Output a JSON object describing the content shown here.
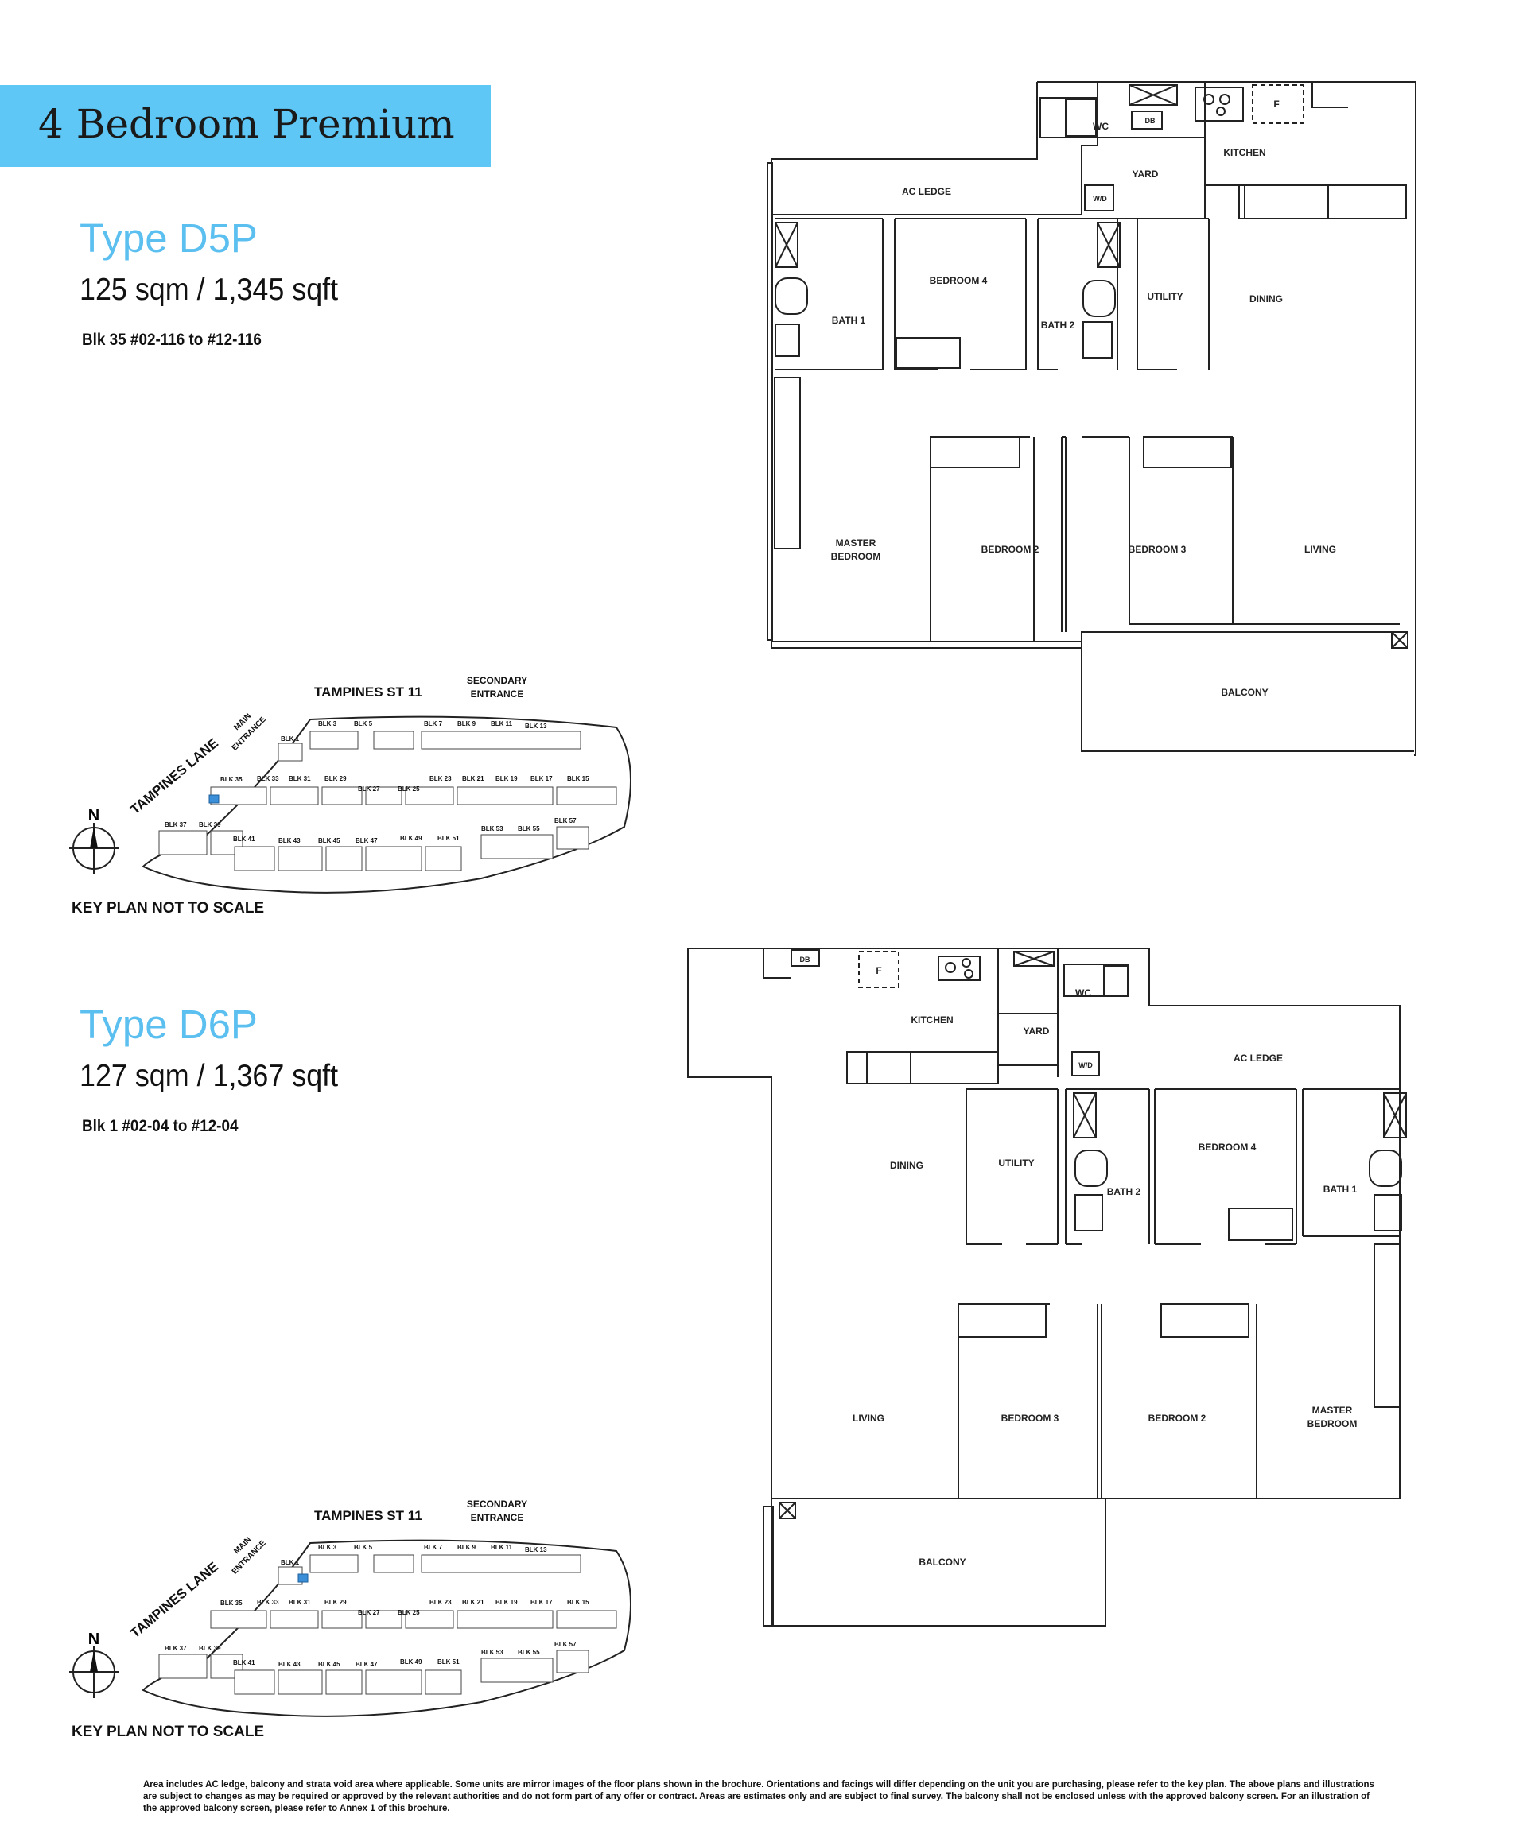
{
  "header": {
    "title": "4 Bedroom Premium"
  },
  "units": [
    {
      "type": "Type D5P",
      "area": "125 sqm / 1,345 sqft",
      "blocks": "Blk 35  #02-116 to #12-116",
      "rooms": {
        "wc": "WC",
        "db": "DB",
        "kitchen": "KITCHEN",
        "f": "F",
        "yard": "YARD",
        "wd": "W/D",
        "ac_ledge": "AC LEDGE",
        "bedroom4": "BEDROOM 4",
        "bath1": "BATH 1",
        "bath2": "BATH 2",
        "utility": "UTILITY",
        "dining": "DINING",
        "master": "MASTER",
        "master2": "BEDROOM",
        "bedroom2": "BEDROOM 2",
        "bedroom3": "BEDROOM 3",
        "living": "LIVING",
        "balcony": "BALCONY"
      }
    },
    {
      "type": "Type D6P",
      "area": "127 sqm / 1,367 sqft",
      "blocks": "Blk 1  #02-04 to #12-04",
      "rooms": {
        "wc": "WC",
        "db": "DB",
        "kitchen": "KITCHEN",
        "f": "F",
        "yard": "YARD",
        "wd": "W/D",
        "ac_ledge": "AC LEDGE",
        "bedroom4": "BEDROOM 4",
        "bath1": "BATH 1",
        "bath2": "BATH 2",
        "utility": "UTILITY",
        "dining": "DINING",
        "master": "MASTER",
        "master2": "BEDROOM",
        "bedroom2": "BEDROOM 2",
        "bedroom3": "BEDROOM 3",
        "living": "LIVING",
        "balcony": "BALCONY"
      }
    }
  ],
  "keyplan": {
    "road_top": "TAMPINES ST 11",
    "road_side": "TAMPINES LANE",
    "secondary1": "SECONDARY",
    "secondary2": "ENTRANCE",
    "main1": "MAIN",
    "main2": "ENTRANCE",
    "north": "N",
    "caption": "KEY PLAN NOT TO SCALE",
    "blocks": [
      "BLK 1",
      "BLK 3",
      "BLK 5",
      "BLK 7",
      "BLK 9",
      "BLK 11",
      "BLK 13",
      "BLK 35",
      "BLK 33",
      "BLK 31",
      "BLK 29",
      "BLK 27",
      "BLK 25",
      "BLK 23",
      "BLK 21",
      "BLK 19",
      "BLK 17",
      "BLK 15",
      "BLK 37",
      "BLK 39",
      "BLK 41",
      "BLK 43",
      "BLK 45",
      "BLK 47",
      "BLK 49",
      "BLK 51",
      "BLK 53",
      "BLK 55",
      "BLK 57"
    ],
    "highlight_color": "#3a8fd8"
  },
  "footer": {
    "disclaimer": "Area includes AC ledge, balcony and strata void area where applicable. Some units are mirror images of the floor plans shown in the brochure. Orientations and facings will differ depending on the unit you are purchasing, please refer to the key plan. The above plans and illustrations are subject to changes as may be required or approved by the relevant authorities and do not form part of any offer or contract. Areas are estimates only and are subject to final survey. The balcony shall not be enclosed unless with the approved balcony screen. For an illustration of the approved balcony screen, please refer to Annex 1 of this brochure."
  },
  "colors": {
    "banner": "#5ec7f5",
    "type_title": "#5bbff0"
  }
}
